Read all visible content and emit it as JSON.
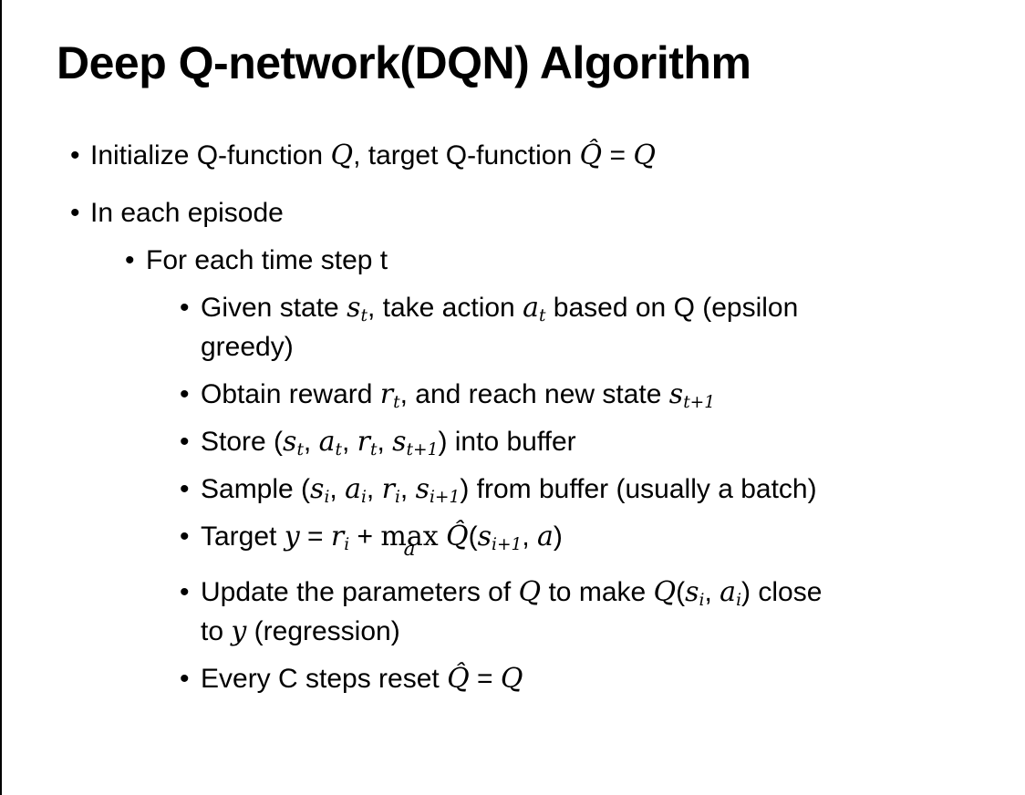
{
  "slide": {
    "title": "Deep Q-network(DQN) Algorithm",
    "bullet_char": "•",
    "background": "#ffffff",
    "text_color": "#000000",
    "edge_line_color": "#000000"
  },
  "bullets": [
    {
      "level": 1,
      "segments": [
        {
          "t": "text",
          "v": "Initialize Q-function "
        },
        {
          "t": "m",
          "v": "Q"
        },
        {
          "t": "text",
          "v": ", target Q-function "
        },
        {
          "t": "m",
          "v": "Q̂"
        },
        {
          "t": "text",
          "v": " = "
        },
        {
          "t": "m",
          "v": "Q"
        }
      ]
    },
    {
      "level": 1,
      "segments": [
        {
          "t": "text",
          "v": "In each episode"
        }
      ]
    },
    {
      "level": 2,
      "segments": [
        {
          "t": "text",
          "v": "For each time step t"
        }
      ]
    },
    {
      "level": 3,
      "segments": [
        {
          "t": "text",
          "v": "Given state "
        },
        {
          "t": "msub",
          "b": "s",
          "s": "t"
        },
        {
          "t": "text",
          "v": ", take action "
        },
        {
          "t": "msub",
          "b": "a",
          "s": "t"
        },
        {
          "t": "text",
          "v": " based on Q (epsilon"
        },
        {
          "t": "br"
        },
        {
          "t": "text",
          "v": "greedy)"
        }
      ]
    },
    {
      "level": 3,
      "segments": [
        {
          "t": "text",
          "v": "Obtain reward "
        },
        {
          "t": "msub",
          "b": "r",
          "s": "t"
        },
        {
          "t": "text",
          "v": ", and reach new state "
        },
        {
          "t": "msub",
          "b": "s",
          "s": "t+1"
        }
      ]
    },
    {
      "level": 3,
      "segments": [
        {
          "t": "text",
          "v": "Store ("
        },
        {
          "t": "msub",
          "b": "s",
          "s": "t"
        },
        {
          "t": "text",
          "v": ", "
        },
        {
          "t": "msub",
          "b": "a",
          "s": "t"
        },
        {
          "t": "text",
          "v": ", "
        },
        {
          "t": "msub",
          "b": "r",
          "s": "t"
        },
        {
          "t": "text",
          "v": ", "
        },
        {
          "t": "msub",
          "b": "s",
          "s": "t+1"
        },
        {
          "t": "text",
          "v": ") into buffer"
        }
      ]
    },
    {
      "level": 3,
      "segments": [
        {
          "t": "text",
          "v": "Sample ("
        },
        {
          "t": "msub",
          "b": "s",
          "s": "i"
        },
        {
          "t": "text",
          "v": ", "
        },
        {
          "t": "msub",
          "b": "a",
          "s": "i"
        },
        {
          "t": "text",
          "v": ", "
        },
        {
          "t": "msub",
          "b": "r",
          "s": "i"
        },
        {
          "t": "text",
          "v": ", "
        },
        {
          "t": "msub",
          "b": "s",
          "s": "i+1"
        },
        {
          "t": "text",
          "v": ") from buffer (usually a batch)"
        }
      ]
    },
    {
      "level": 3,
      "segments": [
        {
          "t": "text",
          "v": "Target "
        },
        {
          "t": "m",
          "v": "y"
        },
        {
          "t": "text",
          "v": " = "
        },
        {
          "t": "msub",
          "b": "r",
          "s": "i"
        },
        {
          "t": "text",
          "v": " + "
        },
        {
          "t": "limop",
          "op": "max",
          "under": "a"
        },
        {
          "t": "text",
          "v": " "
        },
        {
          "t": "m",
          "v": "Q̂"
        },
        {
          "t": "text",
          "v": "("
        },
        {
          "t": "msub",
          "b": "s",
          "s": "i+1"
        },
        {
          "t": "text",
          "v": ", "
        },
        {
          "t": "m",
          "v": "a"
        },
        {
          "t": "text",
          "v": ")"
        }
      ]
    },
    {
      "level": 3,
      "segments": [
        {
          "t": "text",
          "v": "Update the parameters of "
        },
        {
          "t": "m",
          "v": "Q"
        },
        {
          "t": "text",
          "v": " to make "
        },
        {
          "t": "m",
          "v": "Q"
        },
        {
          "t": "text",
          "v": "("
        },
        {
          "t": "msub",
          "b": "s",
          "s": "i"
        },
        {
          "t": "text",
          "v": ", "
        },
        {
          "t": "msub",
          "b": "a",
          "s": "i"
        },
        {
          "t": "text",
          "v": ") close"
        },
        {
          "t": "br"
        },
        {
          "t": "text",
          "v": "to "
        },
        {
          "t": "m",
          "v": "y"
        },
        {
          "t": "text",
          "v": " (regression)"
        }
      ]
    },
    {
      "level": 3,
      "segments": [
        {
          "t": "text",
          "v": "Every C steps reset "
        },
        {
          "t": "m",
          "v": "Q̂"
        },
        {
          "t": "text",
          "v": " = "
        },
        {
          "t": "m",
          "v": "Q"
        }
      ]
    }
  ]
}
